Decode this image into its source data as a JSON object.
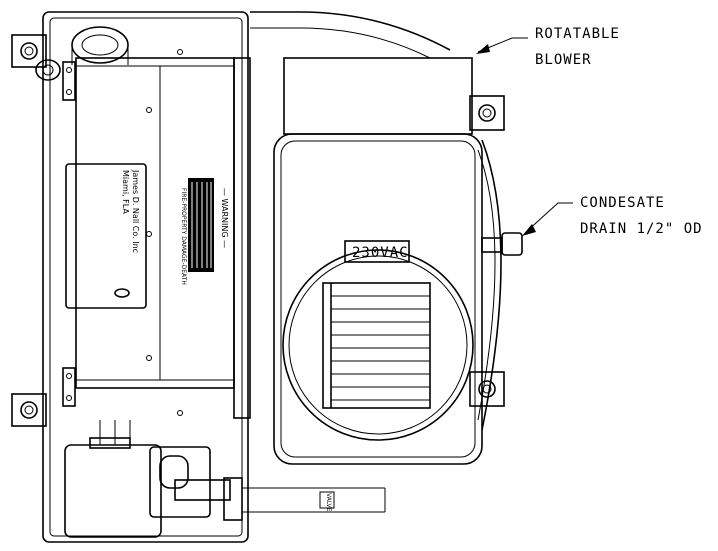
{
  "callouts": {
    "blower_line1": "ROTATABLE",
    "blower_line2": "BLOWER",
    "drain_line1": "CONDESATE",
    "drain_line2": "DRAIN 1/2\" OD"
  },
  "voltage_label": "230VAC",
  "warning": {
    "title": "— WARNING —",
    "footer": "FIRE-PROPERTY DAMAGE-DEATH"
  },
  "manufacturer": {
    "line1": "James D. Nall Co. Inc",
    "line2": "Miami, FLA"
  },
  "pipe_label": "VALVE"
}
